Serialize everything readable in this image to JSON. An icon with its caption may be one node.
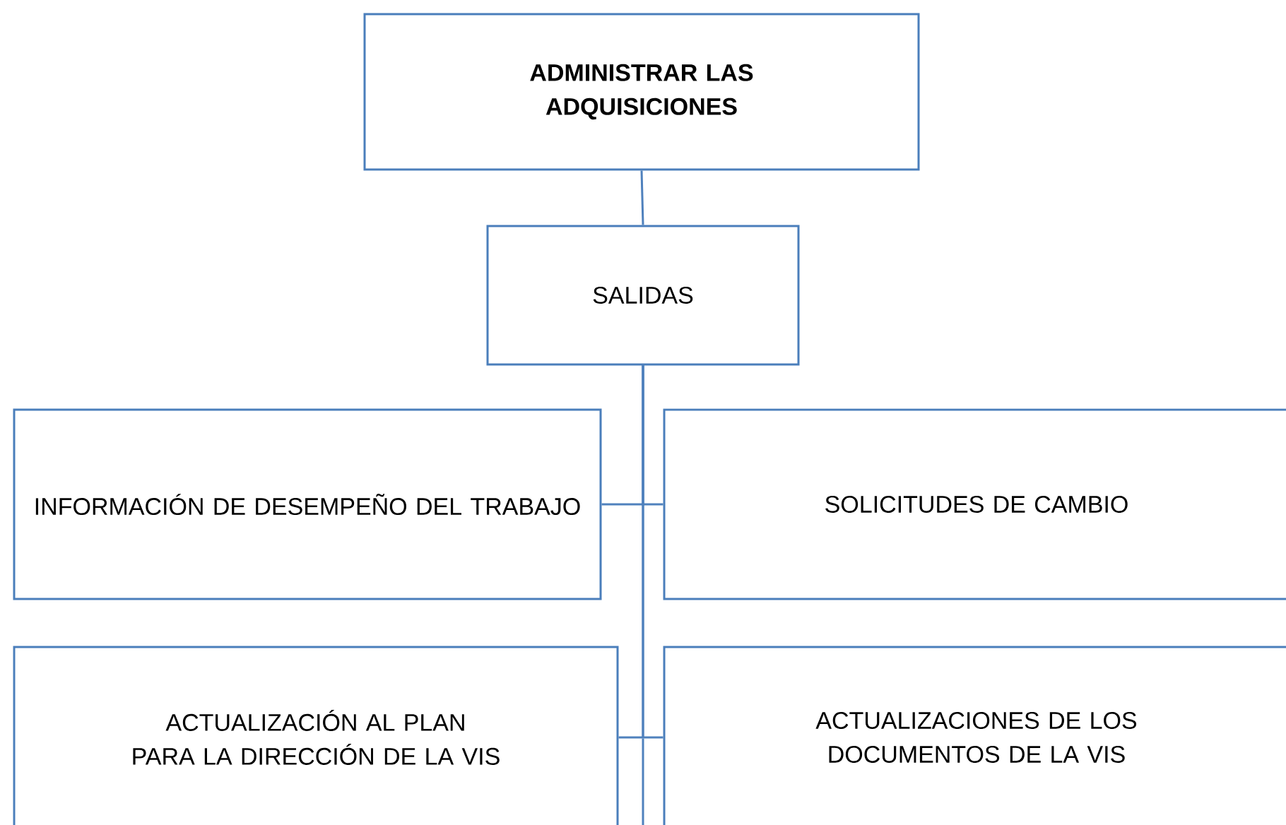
{
  "diagram": {
    "nodes": [
      {
        "text": [
          "ADMINISTRAR LAS ADQUISICIONES"
        ]
      },
      {
        "text": [
          "SALIDAS"
        ]
      },
      {
        "text": [
          "INFORMACIÓN DE DESEMPEÑO DEL TRABAJO"
        ]
      },
      {
        "text": [
          "SOLICITUDES DE CAMBIO"
        ]
      },
      {
        "text": [
          "ACTUALIZACIÓN AL PLAN PARA LA DIRECCIÓN DE LA VIS"
        ]
      },
      {
        "text": [
          "ACTUALIZACIONES DE LOS DOCUMENTOS DE LA VIS"
        ]
      }
    ],
    "edges": [
      {
        "from": 0,
        "to": 1,
        "arrow": "none"
      },
      {
        "from": 1,
        "to": 2,
        "arrow": "none"
      },
      {
        "from": 1,
        "to": 3,
        "arrow": "none"
      },
      {
        "from": 1,
        "to": 4,
        "arrow": "none"
      },
      {
        "from": 1,
        "to": 5,
        "arrow": "none"
      }
    ]
  }
}
